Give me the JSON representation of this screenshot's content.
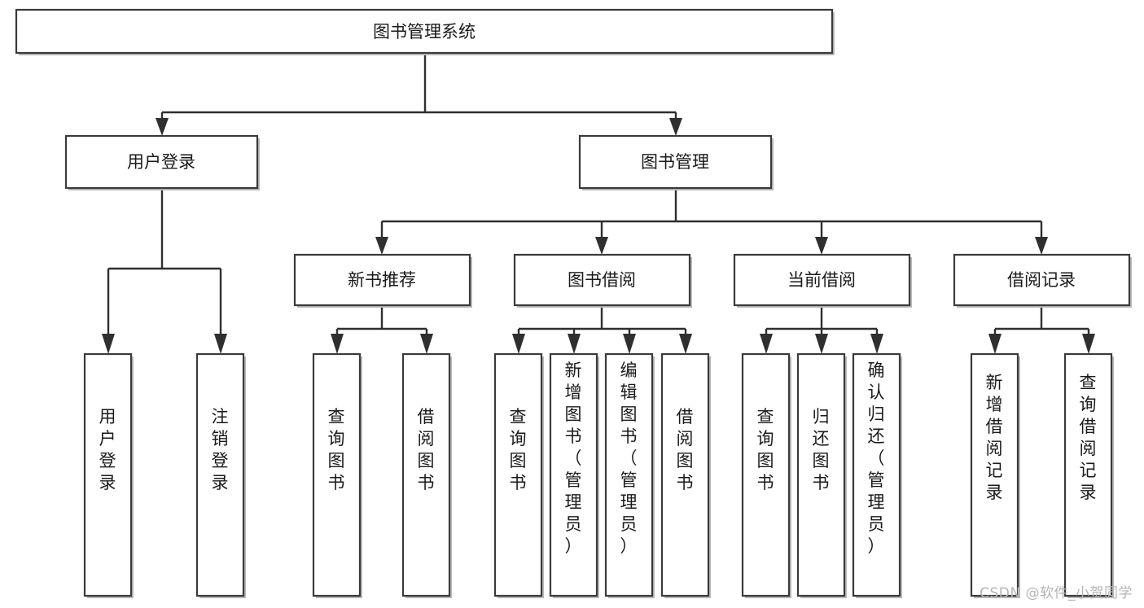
{
  "diagram": {
    "title": "图书管理系统",
    "type": "tree-hierarchy",
    "watermark": "CSDN @软件_小贺同学",
    "root": {
      "id": "root",
      "label": "图书管理系统",
      "orientation": "horizontal"
    },
    "level2": [
      {
        "id": "user-login",
        "label": "用户登录",
        "orientation": "horizontal"
      },
      {
        "id": "book-manage",
        "label": "图书管理",
        "orientation": "horizontal"
      }
    ],
    "level3": [
      {
        "id": "new-book-recommend",
        "label": "新书推荐",
        "orientation": "horizontal",
        "parent": "book-manage"
      },
      {
        "id": "book-borrow",
        "label": "图书借阅",
        "orientation": "horizontal",
        "parent": "book-manage"
      },
      {
        "id": "current-borrow",
        "label": "当前借阅",
        "orientation": "horizontal",
        "parent": "book-manage"
      },
      {
        "id": "borrow-record",
        "label": "借阅记录",
        "orientation": "horizontal",
        "parent": "book-manage"
      }
    ],
    "leaves": [
      {
        "id": "leaf-user-login",
        "label": "用户登录",
        "orientation": "vertical",
        "parent": "user-login"
      },
      {
        "id": "leaf-logout-login",
        "label": "注销登录",
        "orientation": "vertical",
        "parent": "user-login"
      },
      {
        "id": "leaf-query-book-1",
        "label": "查询图书",
        "orientation": "vertical",
        "parent": "new-book-recommend"
      },
      {
        "id": "leaf-borrow-book-1",
        "label": "借阅图书",
        "orientation": "vertical",
        "parent": "new-book-recommend"
      },
      {
        "id": "leaf-query-book-2",
        "label": "查询图书",
        "orientation": "vertical",
        "parent": "book-borrow"
      },
      {
        "id": "leaf-add-book",
        "label": "新增图书（管理员）",
        "orientation": "vertical",
        "parent": "book-borrow"
      },
      {
        "id": "leaf-edit-book",
        "label": "编辑图书（管理员）",
        "orientation": "vertical",
        "parent": "book-borrow"
      },
      {
        "id": "leaf-borrow-book-2",
        "label": "借阅图书",
        "orientation": "vertical",
        "parent": "book-borrow"
      },
      {
        "id": "leaf-query-book-3",
        "label": "查询图书",
        "orientation": "vertical",
        "parent": "current-borrow"
      },
      {
        "id": "leaf-return-book",
        "label": "归还图书",
        "orientation": "vertical",
        "parent": "current-borrow"
      },
      {
        "id": "leaf-confirm-return",
        "label": "确认归还（管理员）",
        "orientation": "vertical",
        "parent": "current-borrow"
      },
      {
        "id": "leaf-add-record",
        "label": "新增借阅记录",
        "orientation": "vertical",
        "parent": "borrow-record"
      },
      {
        "id": "leaf-query-record",
        "label": "查询借阅记录",
        "orientation": "vertical",
        "parent": "borrow-record"
      }
    ],
    "colors": {
      "background": "#ffffff",
      "box_fill": "#ffffff",
      "box_stroke": "#3a3a3a",
      "box_shadow": "#b9b9b9",
      "edge": "#2f2f2f",
      "text": "#1a1a1a",
      "watermark": "#b5b5b5"
    }
  }
}
